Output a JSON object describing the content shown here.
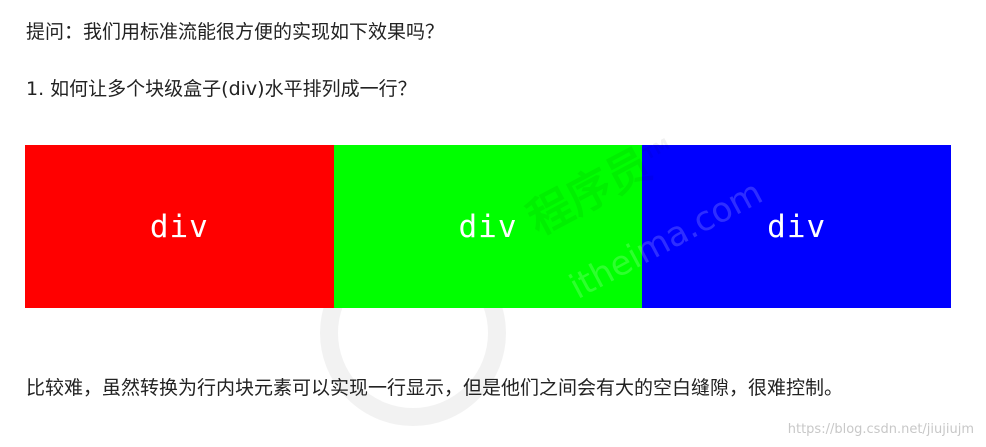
{
  "question_title": "提问：我们用标准流能很方便的实现如下效果吗？",
  "question_item": "1. 如何让多个块级盒子(div)水平排列成一行？",
  "boxes": [
    {
      "label": "div",
      "color": "#ff0000"
    },
    {
      "label": "div",
      "color": "#00ff00"
    },
    {
      "label": "div",
      "color": "#0000ff"
    }
  ],
  "answer": "比较难，虽然转换为行内块元素可以实现一行显示，但是他们之间会有大的空白缝隙，很难控制。",
  "watermark": {
    "brand": "程序员",
    "site": "itheima.com",
    "mark": "TM"
  },
  "credit": "https://blog.csdn.net/jiujiujm"
}
